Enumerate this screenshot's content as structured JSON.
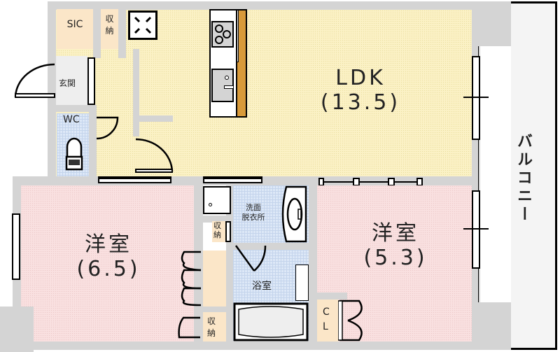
{
  "floor_plan": {
    "rooms": {
      "ldk": {
        "name": "LDK",
        "size": "(13.5)"
      },
      "western_room_1": {
        "name": "洋室",
        "size": "(6.5)"
      },
      "western_room_2": {
        "name": "洋室",
        "size": "(5.3)"
      },
      "sic": {
        "name": "SIC"
      },
      "storage_top": {
        "name": "収\n納"
      },
      "entrance": {
        "name": "玄関"
      },
      "wc": {
        "name": "WC"
      },
      "washroom": {
        "name": "洗面\n脱衣所"
      },
      "storage_mid": {
        "name": "収\n納"
      },
      "bathroom": {
        "name": "浴室"
      },
      "storage_bottom": {
        "name": "収\n納"
      },
      "closet": {
        "name": "C\nL"
      },
      "balcony": {
        "name": "バルコニー"
      }
    },
    "colors": {
      "ldk": "#fbf1c5",
      "western_rooms": "#f9e0e0",
      "wet_areas": "#dde8f7",
      "storage": "#fbe6c8",
      "walls": "#d4d4d4",
      "kitchen_counter": "#d89a3a"
    }
  }
}
